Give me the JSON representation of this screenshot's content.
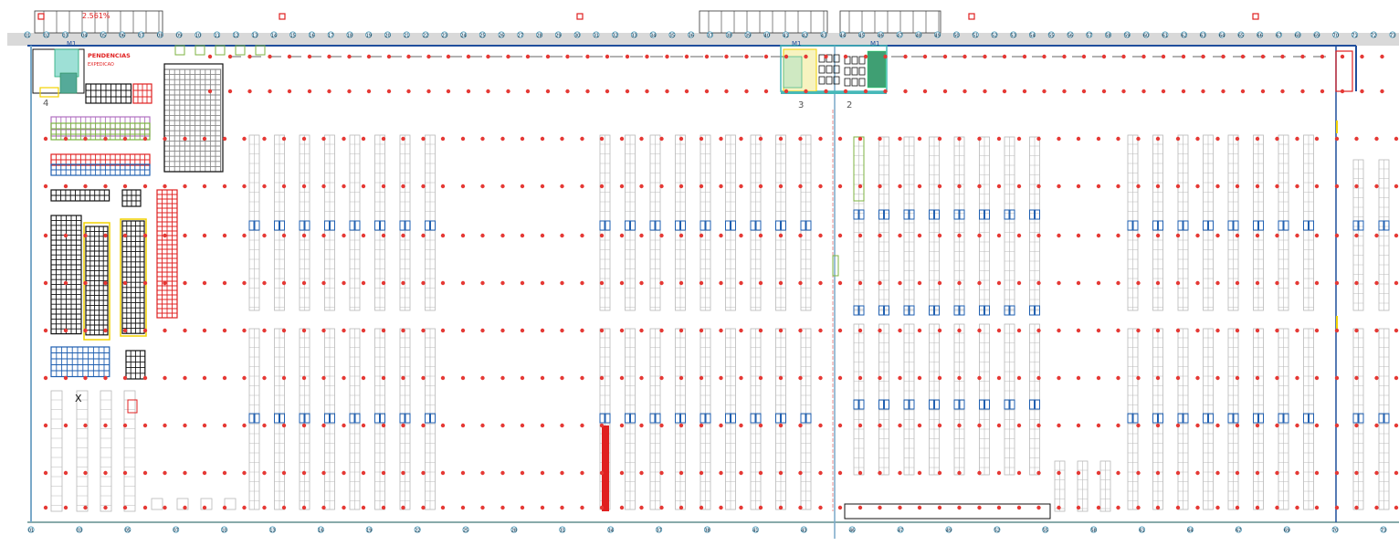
{
  "top_labels": {
    "sign": "2.561%",
    "dispatch": "PENDENCIAS",
    "dispatch_sub": "EXPEDICAO",
    "zone3": "3",
    "zone2": "2",
    "zone4": "4",
    "x_mark": "X",
    "mezz_tag": "M1"
  },
  "top_columns": [
    "01",
    "02",
    "03",
    "04",
    "05",
    "06",
    "07",
    "08",
    "09",
    "10",
    "11",
    "12",
    "13",
    "14",
    "15",
    "16",
    "17",
    "18",
    "19",
    "20",
    "21",
    "22",
    "23",
    "24",
    "25",
    "26",
    "27",
    "28",
    "29",
    "30",
    "31",
    "32",
    "33",
    "34",
    "35",
    "36",
    "37",
    "38",
    "39",
    "40",
    "41",
    "42",
    "43",
    "44",
    "45",
    "46",
    "47",
    "48",
    "49",
    "50",
    "51",
    "52",
    "53",
    "54",
    "55",
    "56",
    "57",
    "58",
    "59",
    "60",
    "61",
    "62",
    "63",
    "64",
    "65",
    "66",
    "67",
    "68",
    "69",
    "70",
    "71",
    "72",
    "73"
  ],
  "bottom_columns": [
    "01",
    "03",
    "05",
    "07",
    "10",
    "13",
    "16",
    "19",
    "22",
    "25",
    "28",
    "31",
    "34",
    "37",
    "38",
    "41",
    "43",
    "46",
    "47",
    "49",
    "52",
    "55",
    "58",
    "61",
    "64",
    "67",
    "69",
    "70",
    "73"
  ],
  "colors": {
    "rack": "#b8b8b8",
    "light": "#e53935",
    "column": "#3a8fb0",
    "wall": "#1f4e9c",
    "blue_cell": "#1f5fb0",
    "green": "#7cb342",
    "yellow": "#f2d200",
    "black": "#111111",
    "red_block": "#e02020",
    "teal": "#46b8b8"
  }
}
